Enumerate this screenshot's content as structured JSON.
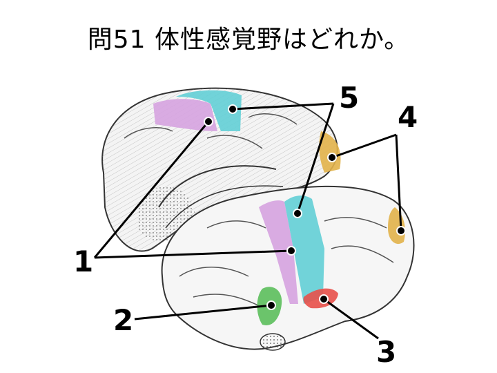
{
  "title": "問51 体性感覚野はどれか。",
  "regions": [
    {
      "number": "1",
      "color": "#d6a3e0"
    },
    {
      "number": "2",
      "color": "#5cbf5c"
    },
    {
      "number": "3",
      "color": "#e8504a"
    },
    {
      "number": "4",
      "color": "#e2b24a"
    },
    {
      "number": "5",
      "color": "#63cfd6"
    }
  ],
  "icons": [
    "brain-illustration"
  ]
}
